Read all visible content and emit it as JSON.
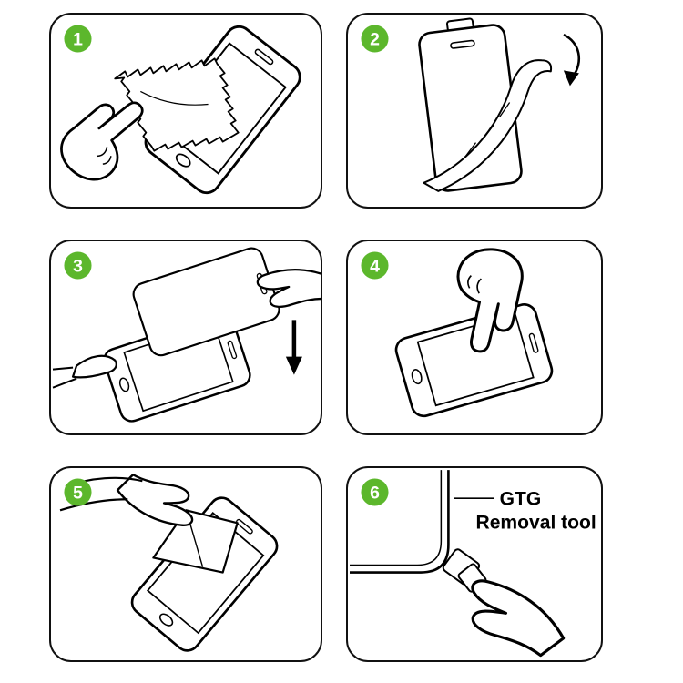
{
  "page": {
    "background": "#ffffff"
  },
  "colors": {
    "badge": "#5cb72c",
    "outline": "#000000",
    "panel_border": "#111111"
  },
  "steps": [
    {
      "number": "1",
      "icon": "wipe-screen-with-cloth"
    },
    {
      "number": "2",
      "icon": "peel-backing-film"
    },
    {
      "number": "3",
      "icon": "align-glass-over-phone"
    },
    {
      "number": "4",
      "icon": "press-screen-center"
    },
    {
      "number": "5",
      "icon": "smooth-surface-with-cloth"
    },
    {
      "number": "6",
      "icon": "corner-removal-tool",
      "label_line1": "GTG",
      "label_line2": "Removal tool"
    }
  ]
}
